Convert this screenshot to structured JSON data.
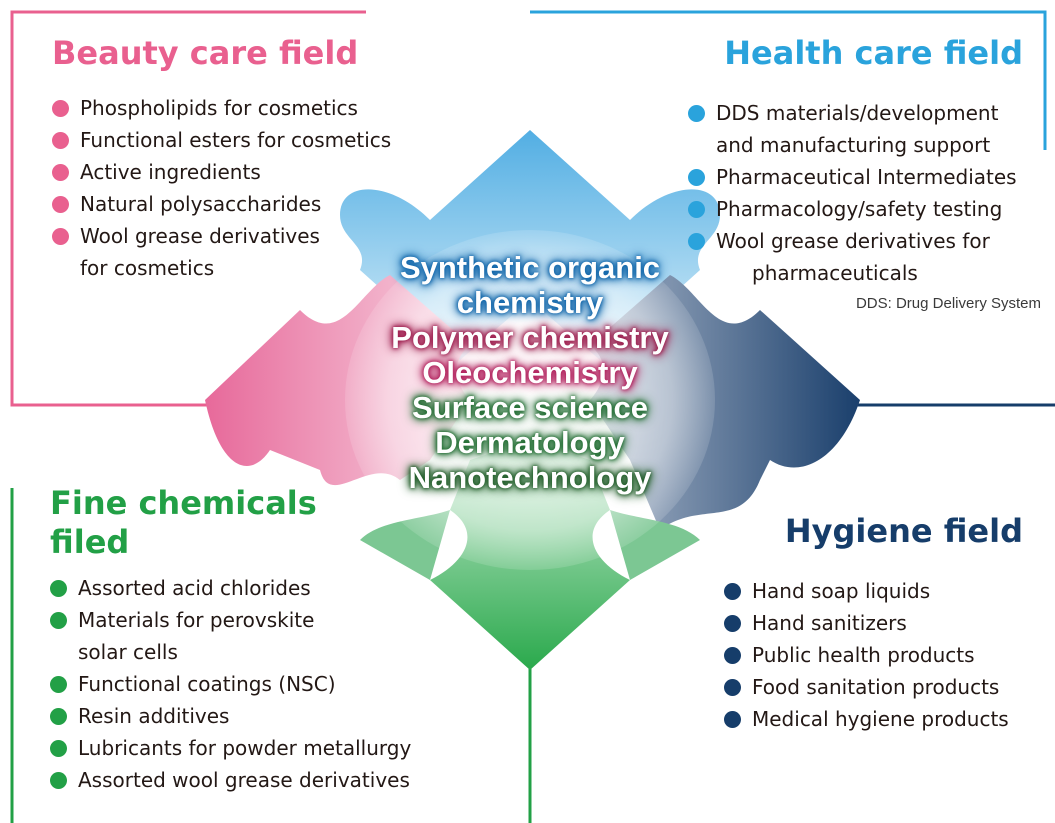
{
  "colors": {
    "beauty": "#e9608f",
    "health": "#2aa3dc",
    "hygiene": "#163d6a",
    "fine": "#22a046"
  },
  "beauty": {
    "title": "Beauty care field",
    "items": [
      {
        "text": "Phospholipids for cosmetics"
      },
      {
        "text": "Functional esters for cosmetics"
      },
      {
        "text": "Active ingredients"
      },
      {
        "text": "Natural polysaccharides"
      },
      {
        "text": "Wool grease derivatives",
        "cont": "for cosmetics"
      }
    ]
  },
  "health": {
    "title": "Health care field",
    "items": [
      {
        "text": "DDS materials/development",
        "cont": "and manufacturing support"
      },
      {
        "text": "Pharmaceutical Intermediates"
      },
      {
        "text": "Pharmacology/safety testing"
      },
      {
        "text": "Wool grease derivatives for",
        "cont": "pharmaceuticals"
      }
    ],
    "note": "DDS: Drug Delivery System"
  },
  "fine": {
    "title_line1": "Fine chemicals",
    "title_line2": "filed",
    "items": [
      {
        "text": "Assorted acid chlorides"
      },
      {
        "text": "Materials for perovskite",
        "cont": "solar cells"
      },
      {
        "text": "Functional coatings (NSC)"
      },
      {
        "text": "Resin additives"
      },
      {
        "text": "Lubricants for powder metallurgy"
      },
      {
        "text": "Assorted wool grease derivatives"
      }
    ]
  },
  "hygiene": {
    "title": "Hygiene field",
    "items": [
      {
        "text": "Hand soap liquids"
      },
      {
        "text": "Hand sanitizers"
      },
      {
        "text": "Public health products"
      },
      {
        "text": "Food sanitation products"
      },
      {
        "text": "Medical hygiene products"
      }
    ]
  },
  "core": {
    "technologies": [
      {
        "line1": "Synthetic organic",
        "line2": "chemistry",
        "glow": "#0d63a8"
      },
      {
        "line1": "Polymer chemistry",
        "glow": "#9c1a4b"
      },
      {
        "line1": "Oleochemistry",
        "glow": "#b01d5a"
      },
      {
        "line1": "Surface science",
        "glow": "#1d6a2e"
      },
      {
        "line1": "Dermatology",
        "glow": "#1d6a2e"
      },
      {
        "line1": "Nanotechnology",
        "glow": "#1d5a25"
      }
    ]
  }
}
